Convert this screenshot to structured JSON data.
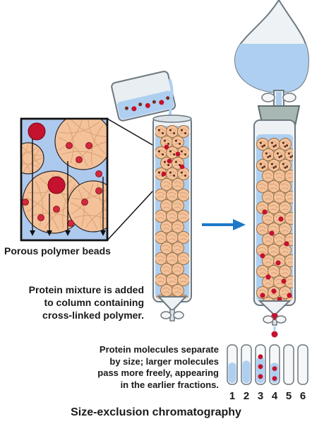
{
  "labels": {
    "inset": "Porous polymer beads",
    "step1": [
      "Protein mixture is added",
      "to column containing",
      "cross-linked polymer."
    ],
    "step2": [
      "Protein molecules separate",
      "by size; larger molecules",
      "pass more freely, appearing",
      "in the earlier fractions."
    ],
    "title": "Size-exclusion chromatography"
  },
  "fractions": [
    "1",
    "2",
    "3",
    "4",
    "5",
    "6"
  ],
  "colors": {
    "bead_fill": "#f4c29a",
    "bead_outline": "#a0703e",
    "protein_large": "#c4122f",
    "solvent": "#aecff0",
    "arrow": "#1e78c8",
    "inset_background": "#aec9ee"
  }
}
